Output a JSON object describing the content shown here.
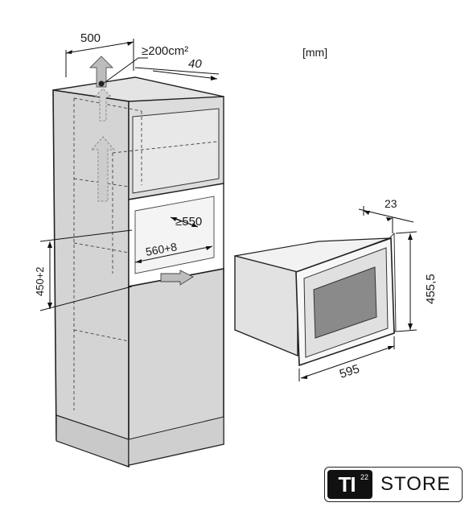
{
  "unit_label": "[mm]",
  "labels": {
    "width_top": "500",
    "vent_area": "≥200cm²",
    "rear_gap": "40",
    "niche_depth": "≥550",
    "niche_width": "560+8",
    "niche_height": "450+2",
    "oven_depth_offset": "23",
    "oven_height": "455,5",
    "oven_width": "595"
  },
  "logo": {
    "ti": "TI",
    "number": "22",
    "store": "STORE"
  },
  "colors": {
    "cabinet_fill": "#d9d9d9",
    "cabinet_dark": "#bdbdbd",
    "arrow_fill": "#c4c4c4",
    "oven_window": "#8a8a8a"
  }
}
